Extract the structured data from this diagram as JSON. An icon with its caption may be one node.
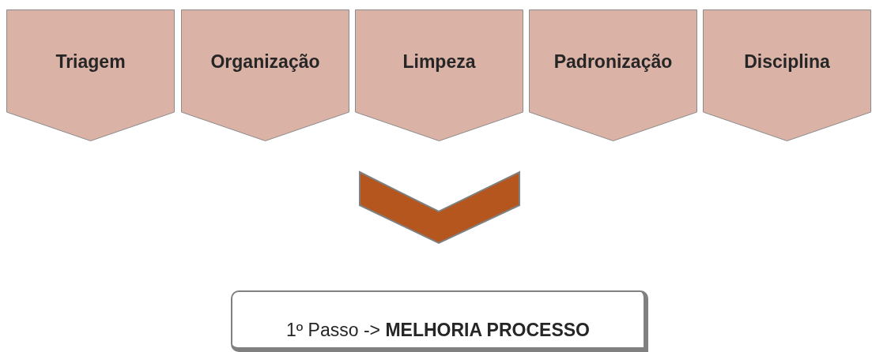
{
  "diagram": {
    "nodes": [
      {
        "text": [
          "Triagem"
        ]
      },
      {
        "text": [
          "Organização"
        ]
      },
      {
        "text": [
          "Limpeza"
        ]
      },
      {
        "text": [
          "Padronização"
        ]
      },
      {
        "text": [
          "Disciplina"
        ]
      },
      {
        "text": [],
        "shape": "chevron"
      },
      {
        "text": [
          "1º Passo -> **MELHORIA PROCESSO**"
        ]
      }
    ]
  }
}
